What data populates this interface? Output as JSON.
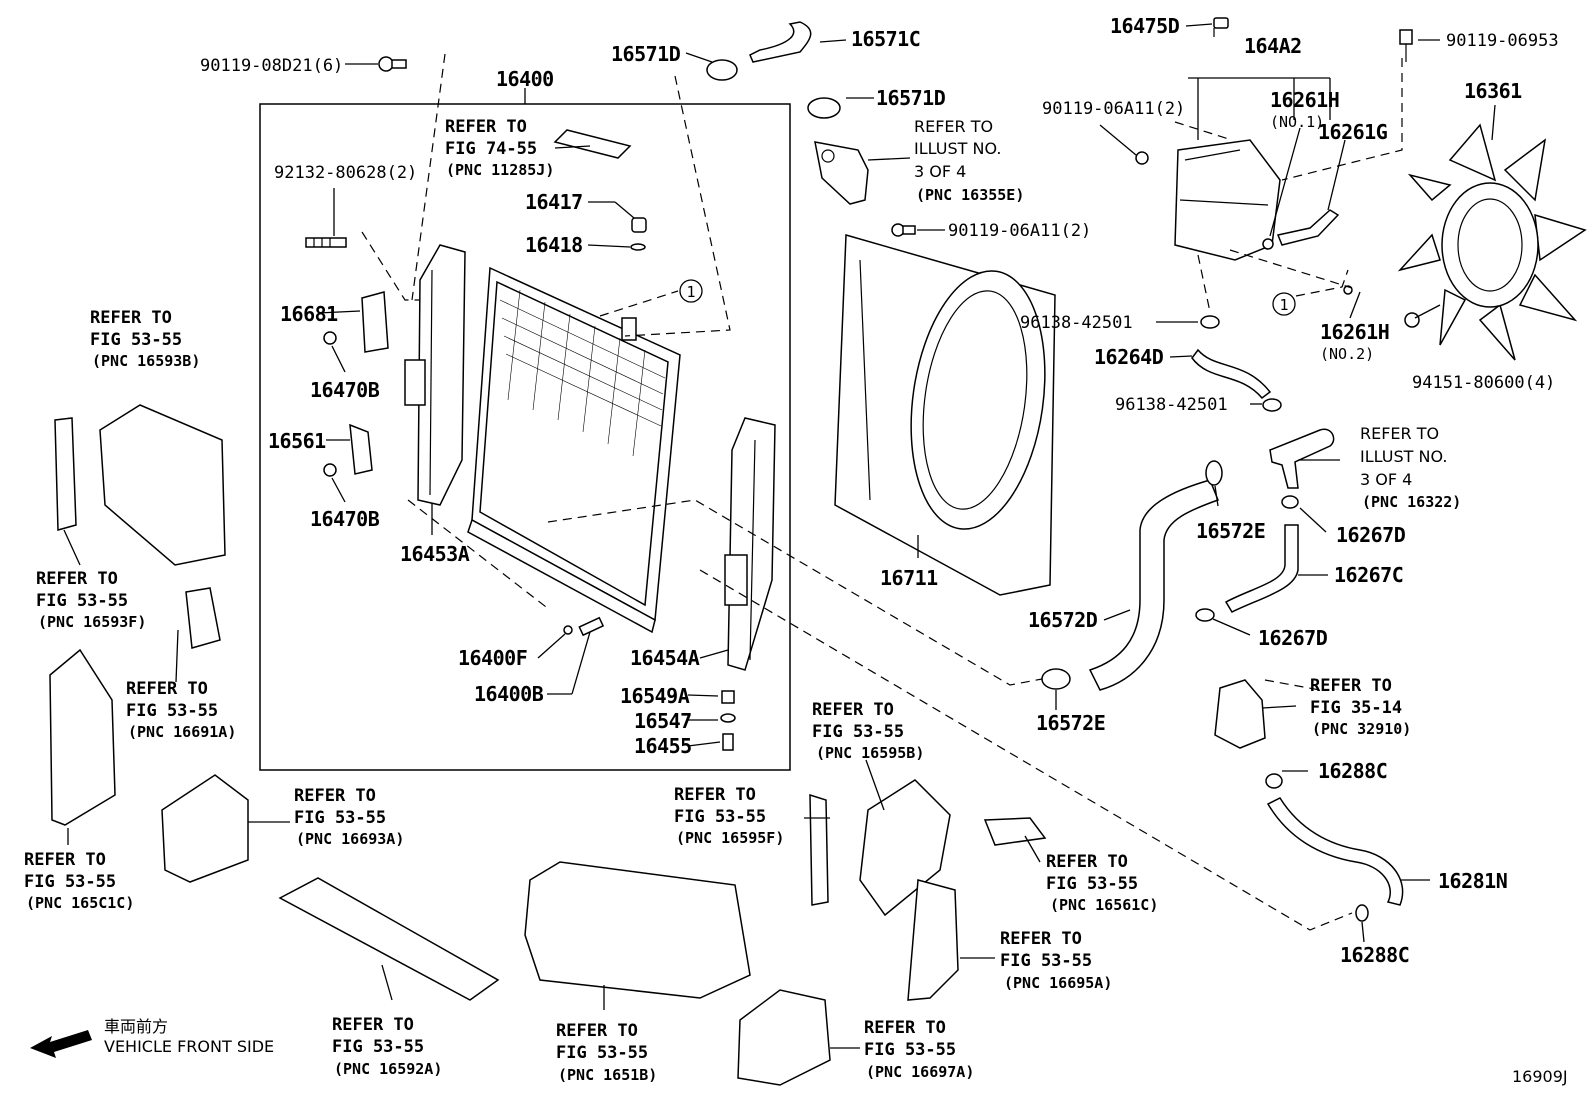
{
  "diagram": {
    "figure_code": "16909J",
    "front_direction": {
      "japanese": "車両前方",
      "english": "VEHICLE FRONT SIDE"
    },
    "group_label": "16400",
    "circle_marker": "1",
    "parts": [
      "90119-08D21(6)",
      "16571D",
      "16571C",
      "16475D",
      "164A2",
      "90119-06953",
      "16400",
      "16571D",
      "90119-06A11(2)",
      "16261H",
      "(NO.1)",
      "16261G",
      "16361",
      "92132-80628(2)",
      "16417",
      "16418",
      "90119-06A11(2)",
      "16681",
      "16470B",
      "96138-42501",
      "16261H",
      "(NO.2)",
      "16264D",
      "94151-80600(4)",
      "16561",
      "96138-42501",
      "16470B",
      "16453A",
      "16711",
      "16572E",
      "16267D",
      "16267C",
      "16572D",
      "16267D",
      "16400F",
      "16454A",
      "16400B",
      "16549A",
      "16547",
      "16455",
      "16572E",
      "16288C",
      "16281N",
      "16288C"
    ],
    "references": [
      {
        "l1": "REFER TO",
        "l2": "FIG 74-55",
        "l3": "(PNC 11285J)"
      },
      {
        "l1": "REFER TO",
        "l2": "ILLUST NO.",
        "l3": "3 OF 4",
        "l4": "(PNC 16355E)"
      },
      {
        "l1": "REFER TO",
        "l2": "FIG 53-55",
        "l3": "(PNC 16593B)"
      },
      {
        "l1": "REFER TO",
        "l2": "ILLUST NO.",
        "l3": "3 OF 4",
        "l4": "(PNC 16322)"
      },
      {
        "l1": "REFER TO",
        "l2": "FIG 53-55",
        "l3": "(PNC 16593F)"
      },
      {
        "l1": "REFER TO",
        "l2": "FIG 53-55",
        "l3": "(PNC 16691A)"
      },
      {
        "l1": "REFER TO",
        "l2": "FIG 35-14",
        "l3": "(PNC 32910)"
      },
      {
        "l1": "REFER TO",
        "l2": "FIG 53-55",
        "l3": "(PNC 16595B)"
      },
      {
        "l1": "REFER TO",
        "l2": "FIG 53-55",
        "l3": "(PNC 16693A)"
      },
      {
        "l1": "REFER TO",
        "l2": "FIG 53-55",
        "l3": "(PNC 16595F)"
      },
      {
        "l1": "REFER TO",
        "l2": "FIG 53-55",
        "l3": "(PNC 165C1C)"
      },
      {
        "l1": "REFER TO",
        "l2": "FIG 53-55",
        "l3": "(PNC 16561C)"
      },
      {
        "l1": "REFER TO",
        "l2": "FIG 53-55",
        "l3": "(PNC 16695A)"
      },
      {
        "l1": "REFER TO",
        "l2": "FIG 53-55",
        "l3": "(PNC 16592A)"
      },
      {
        "l1": "REFER TO",
        "l2": "FIG 53-55",
        "l3": "(PNC 1651B)"
      },
      {
        "l1": "REFER TO",
        "l2": "FIG 53-55",
        "l3": "(PNC 16697A)"
      }
    ]
  }
}
